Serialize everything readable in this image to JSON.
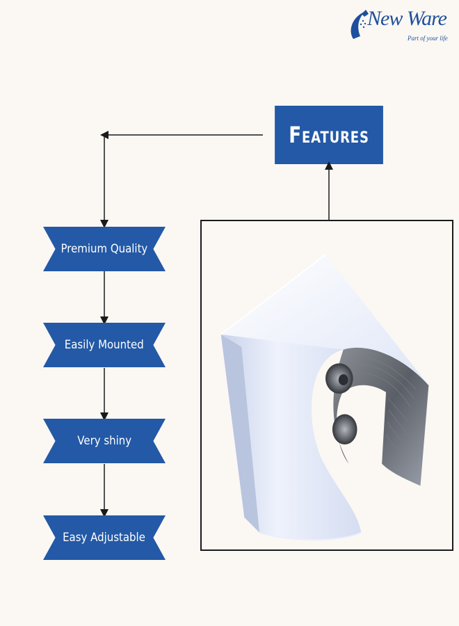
{
  "brand": {
    "name": "New Ware",
    "tagline": "Part of your life",
    "color": "#1d4f9c"
  },
  "header": {
    "title": "Features",
    "color": "#2359a6"
  },
  "features": [
    {
      "label": "Premium Quality"
    },
    {
      "label": "Easily Mounted"
    },
    {
      "label": "Very shiny"
    },
    {
      "label": "Easy Adjustable"
    }
  ],
  "icons": {
    "logo": "shower-head-swoosh-icon",
    "arrows": "arrow-down-icon"
  }
}
